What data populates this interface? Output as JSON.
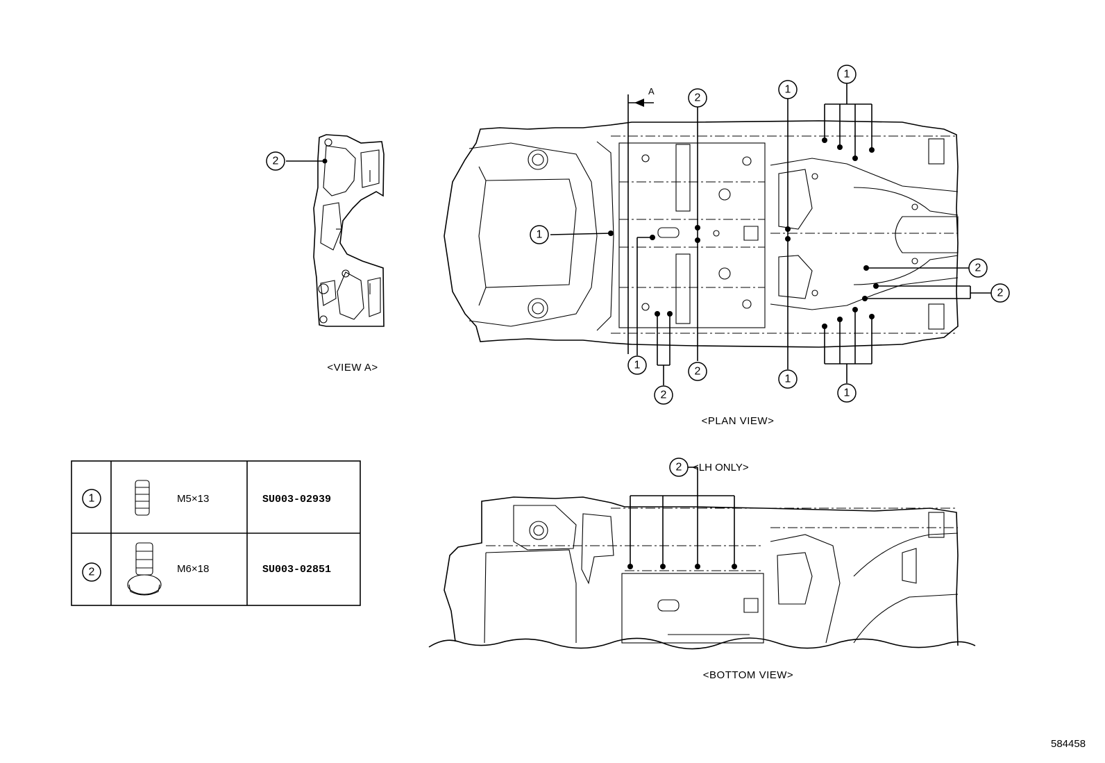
{
  "labels": {
    "view_a": "<VIEW A>",
    "plan_view": "<PLAN VIEW>",
    "bottom_view": "<BOTTOM VIEW>",
    "lh_only": "<LH ONLY>",
    "section_arrow": "A",
    "drawing_number": "584458"
  },
  "callouts": {
    "one": "1",
    "two": "2"
  },
  "parts_table": {
    "rows": [
      {
        "ref": "1",
        "size": "M5×13",
        "part_number": "SU003-02939"
      },
      {
        "ref": "2",
        "size": "M6×18",
        "part_number": "SU003-02851"
      }
    ]
  }
}
